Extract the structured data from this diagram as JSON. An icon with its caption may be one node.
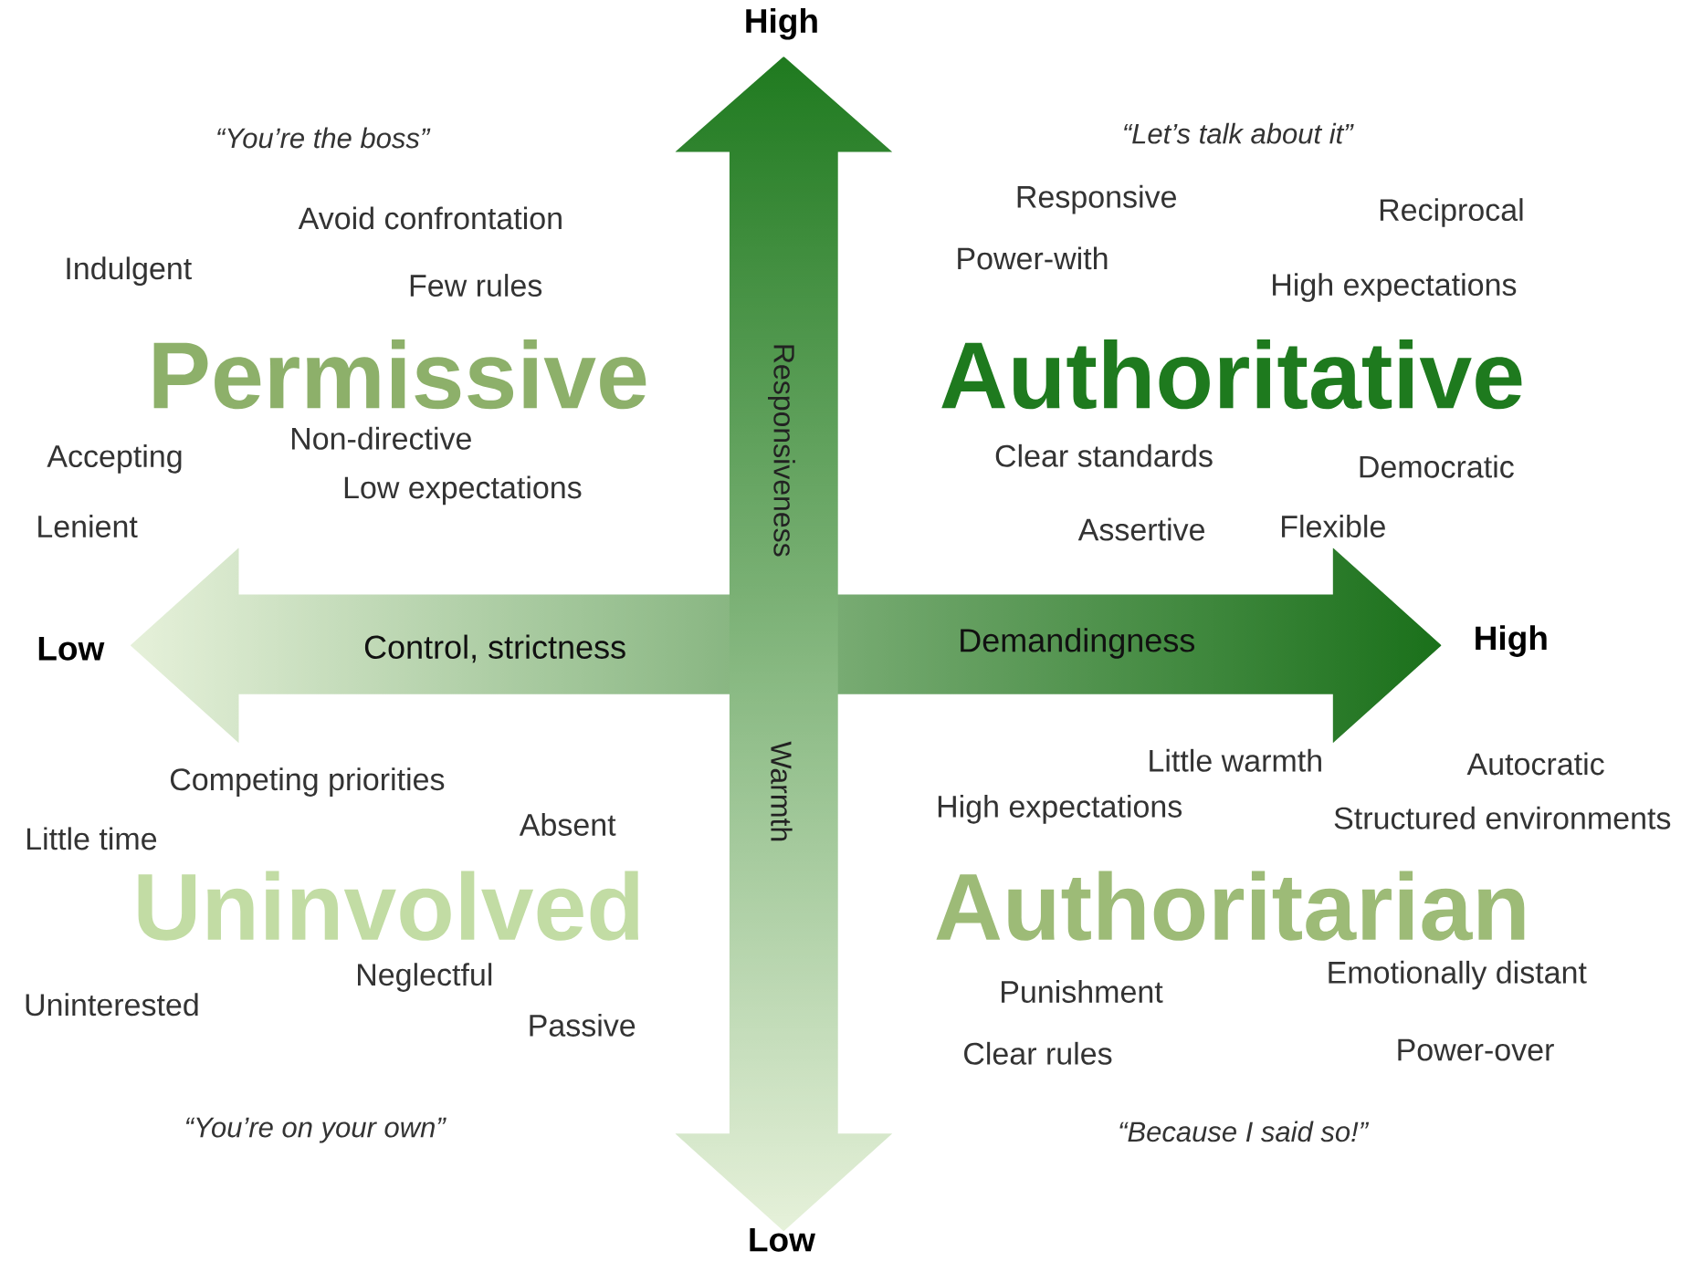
{
  "diagram": {
    "labels": [
      "High",
      "“You’re the boss”",
      "“Let’s talk about it”",
      "Avoid confrontation",
      "Responsive",
      "Reciprocal",
      "Power-with",
      "Indulgent",
      "Few rules",
      "High expectations",
      "Permissive",
      "Authoritative",
      "Responsiveness",
      "Accepting",
      "Non-directive",
      "Clear standards",
      "Democratic",
      "Low expectations",
      "Lenient",
      "Assertive",
      "Flexible",
      "Low",
      "Control, strictness",
      "Demandingness",
      "High",
      "Warmth",
      "Little warmth",
      "Autocratic",
      "Competing priorities",
      "Absent",
      "High expectations",
      "Structured environments",
      "Little time",
      "Uninvolved",
      "Authoritarian",
      "Neglectful",
      "Emotionally distant",
      "Punishment",
      "Uninterested",
      "Passive",
      "Clear rules",
      "Power-over",
      "“You’re on your own”",
      "“Because I said so!”",
      "Low"
    ]
  }
}
